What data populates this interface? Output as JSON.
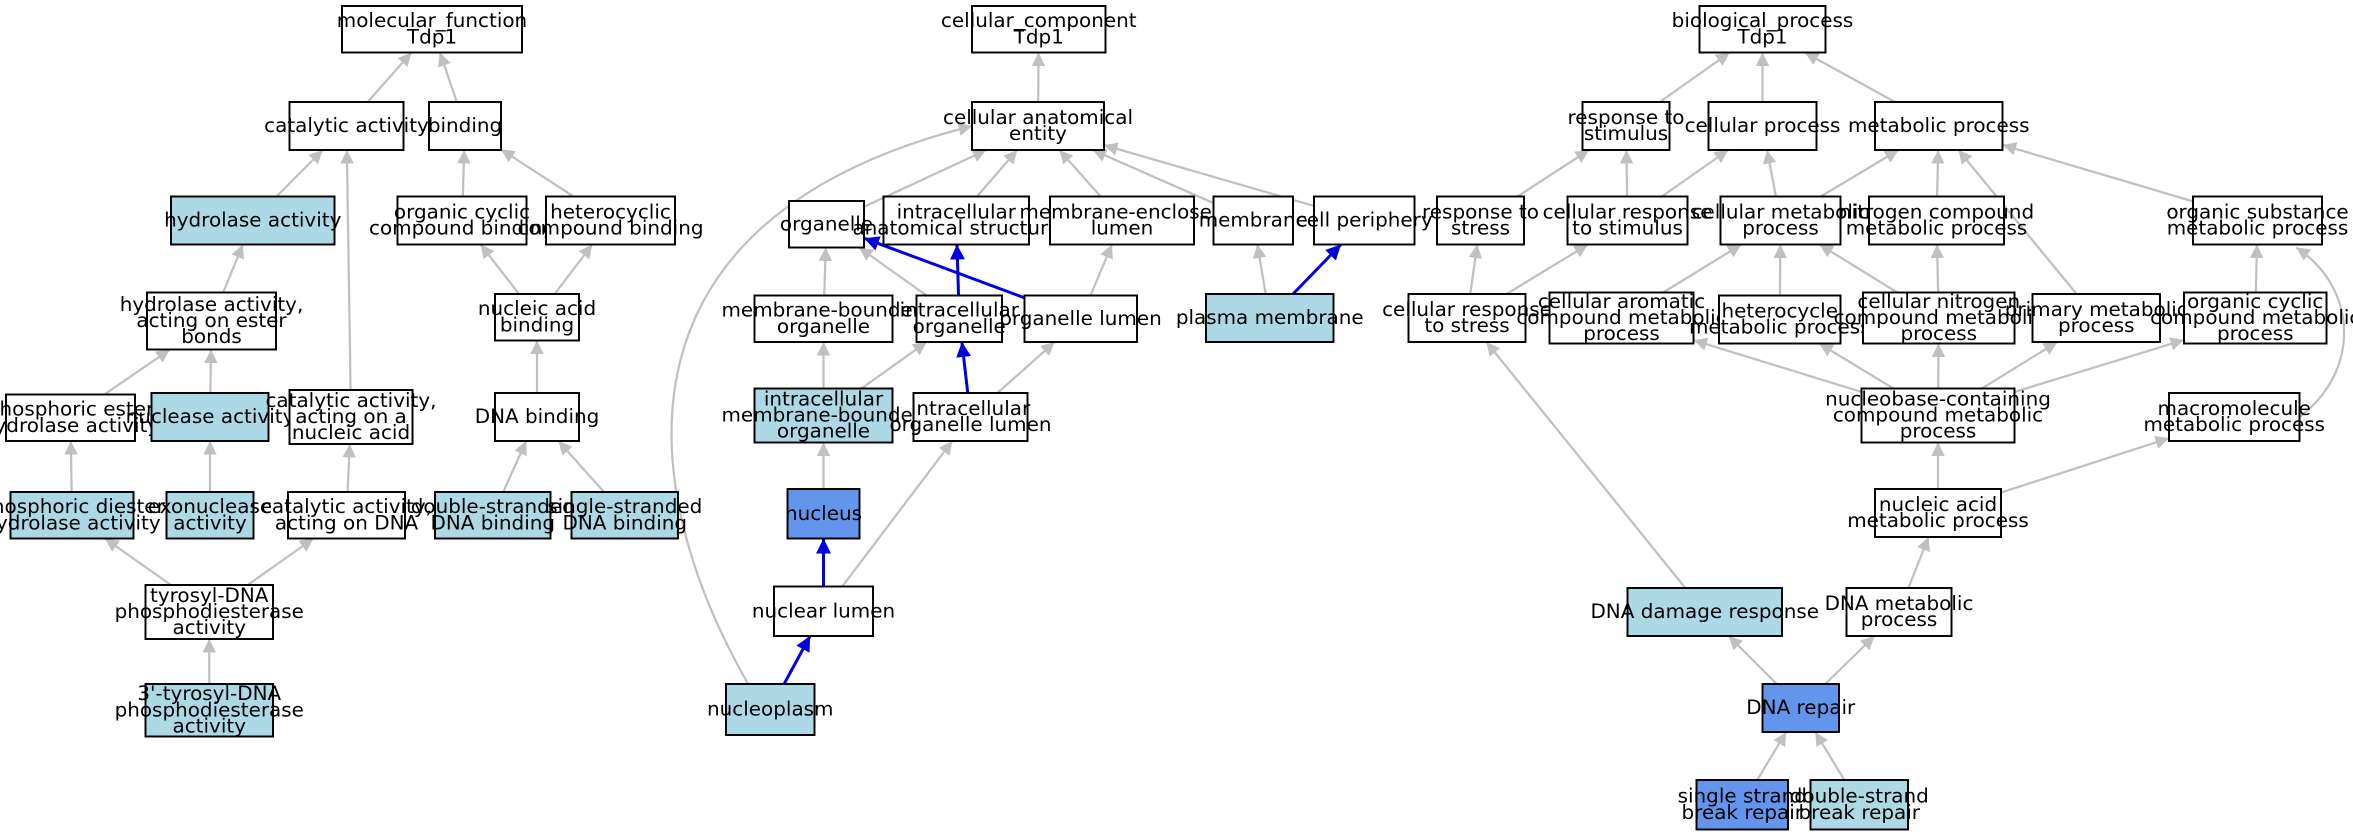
{
  "colors": {
    "plain": "#ffffff",
    "light": "#add8e6",
    "strong": "#6495ed",
    "edge_gray": "#c0c0c0",
    "edge_blue": "#0000e0"
  },
  "nodes": [
    {
      "id": "mf",
      "lines": [
        "molecular_function",
        "Tdp1"
      ],
      "fill": "plain"
    },
    {
      "id": "catalytic",
      "lines": [
        "catalytic activity"
      ],
      "fill": "plain"
    },
    {
      "id": "binding",
      "lines": [
        "binding"
      ],
      "fill": "plain"
    },
    {
      "id": "hydrolase",
      "lines": [
        "hydrolase activity"
      ],
      "fill": "light"
    },
    {
      "id": "orgcyc_bind",
      "lines": [
        "organic cyclic",
        "compound binding"
      ],
      "fill": "plain"
    },
    {
      "id": "hetero_bind",
      "lines": [
        "heterocyclic",
        "compound binding"
      ],
      "fill": "plain"
    },
    {
      "id": "hydro_ester",
      "lines": [
        "hydrolase activity,",
        "acting on ester",
        "bonds"
      ],
      "fill": "plain"
    },
    {
      "id": "nucacid_bind",
      "lines": [
        "nucleic acid",
        "binding"
      ],
      "fill": "plain"
    },
    {
      "id": "phos_ester",
      "lines": [
        "phosphoric ester",
        "hydrolase activity"
      ],
      "fill": "plain"
    },
    {
      "id": "nuclease",
      "lines": [
        "nuclease activity"
      ],
      "fill": "light"
    },
    {
      "id": "cat_nucacid",
      "lines": [
        "catalytic activity,",
        "acting on a",
        "nucleic acid"
      ],
      "fill": "plain"
    },
    {
      "id": "dna_bind",
      "lines": [
        "DNA binding"
      ],
      "fill": "plain"
    },
    {
      "id": "phos_diester",
      "lines": [
        "phosphoric diester",
        "hydrolase activity"
      ],
      "fill": "light"
    },
    {
      "id": "exonuclease",
      "lines": [
        "exonuclease",
        "activity"
      ],
      "fill": "light"
    },
    {
      "id": "cat_dna",
      "lines": [
        "catalytic activity,",
        "acting on DNA"
      ],
      "fill": "plain"
    },
    {
      "id": "ds_bind",
      "lines": [
        "double-stranded",
        "DNA binding"
      ],
      "fill": "light"
    },
    {
      "id": "ss_bind",
      "lines": [
        "single-stranded",
        "DNA binding"
      ],
      "fill": "light"
    },
    {
      "id": "tdp",
      "lines": [
        "tyrosyl-DNA",
        "phosphodiesterase",
        "activity"
      ],
      "fill": "plain"
    },
    {
      "id": "tdp3",
      "lines": [
        "3'-tyrosyl-DNA",
        "phosphodiesterase",
        "activity"
      ],
      "fill": "light"
    },
    {
      "id": "cc",
      "lines": [
        "cellular_component",
        "Tdp1"
      ],
      "fill": "plain"
    },
    {
      "id": "anat",
      "lines": [
        "cellular anatomical",
        "entity"
      ],
      "fill": "plain"
    },
    {
      "id": "organelle",
      "lines": [
        "organelle"
      ],
      "fill": "plain"
    },
    {
      "id": "intra_anat",
      "lines": [
        "intracellular",
        "anatomical structure"
      ],
      "fill": "plain"
    },
    {
      "id": "mem_lumen",
      "lines": [
        "membrane-enclosed",
        "lumen"
      ],
      "fill": "plain"
    },
    {
      "id": "membrane",
      "lines": [
        "membrane"
      ],
      "fill": "plain"
    },
    {
      "id": "periphery",
      "lines": [
        "cell periphery"
      ],
      "fill": "plain"
    },
    {
      "id": "mem_org",
      "lines": [
        "membrane-bounded",
        "organelle"
      ],
      "fill": "plain"
    },
    {
      "id": "intra_org",
      "lines": [
        "intracellular",
        "organelle"
      ],
      "fill": "plain"
    },
    {
      "id": "org_lumen",
      "lines": [
        "organelle lumen"
      ],
      "fill": "plain"
    },
    {
      "id": "plasma",
      "lines": [
        "plasma membrane"
      ],
      "fill": "light"
    },
    {
      "id": "intra_mem_org",
      "lines": [
        "intracellular",
        "membrane-bounded",
        "organelle"
      ],
      "fill": "light"
    },
    {
      "id": "intra_org_lumen",
      "lines": [
        "intracellular",
        "organelle lumen"
      ],
      "fill": "plain"
    },
    {
      "id": "nucleus",
      "lines": [
        "nucleus"
      ],
      "fill": "strong"
    },
    {
      "id": "nuc_lumen",
      "lines": [
        "nuclear lumen"
      ],
      "fill": "plain"
    },
    {
      "id": "nucleoplasm",
      "lines": [
        "nucleoplasm"
      ],
      "fill": "light"
    },
    {
      "id": "bp",
      "lines": [
        "biological_process",
        "Tdp1"
      ],
      "fill": "plain"
    },
    {
      "id": "resp_stim",
      "lines": [
        "response to",
        "stimulus"
      ],
      "fill": "plain"
    },
    {
      "id": "cell_proc",
      "lines": [
        "cellular process"
      ],
      "fill": "plain"
    },
    {
      "id": "metab",
      "lines": [
        "metabolic process"
      ],
      "fill": "plain"
    },
    {
      "id": "resp_stress",
      "lines": [
        "response to",
        "stress"
      ],
      "fill": "plain"
    },
    {
      "id": "cell_resp_stim",
      "lines": [
        "cellular response",
        "to stimulus"
      ],
      "fill": "plain"
    },
    {
      "id": "cell_metab",
      "lines": [
        "cellular metabolic",
        "process"
      ],
      "fill": "plain"
    },
    {
      "id": "nitro_metab",
      "lines": [
        "nitrogen compound",
        "metabolic process"
      ],
      "fill": "plain"
    },
    {
      "id": "org_sub",
      "lines": [
        "organic substance",
        "metabolic process"
      ],
      "fill": "plain"
    },
    {
      "id": "cell_resp_stress",
      "lines": [
        "cellular response",
        "to stress"
      ],
      "fill": "plain"
    },
    {
      "id": "cell_arom",
      "lines": [
        "cellular aromatic",
        "compound metabolic",
        "process"
      ],
      "fill": "plain"
    },
    {
      "id": "hetero_metab",
      "lines": [
        "heterocycle",
        "metabolic process"
      ],
      "fill": "plain"
    },
    {
      "id": "cell_nitro",
      "lines": [
        "cellular nitrogen",
        "compound metabolic",
        "process"
      ],
      "fill": "plain"
    },
    {
      "id": "prim_metab",
      "lines": [
        "primary metabolic",
        "process"
      ],
      "fill": "plain"
    },
    {
      "id": "orgcyc_metab",
      "lines": [
        "organic cyclic",
        "compound metabolic",
        "process"
      ],
      "fill": "plain"
    },
    {
      "id": "nucbase",
      "lines": [
        "nucleobase-containing",
        "compound metabolic",
        "process"
      ],
      "fill": "plain"
    },
    {
      "id": "macro",
      "lines": [
        "macromolecule",
        "metabolic process"
      ],
      "fill": "plain"
    },
    {
      "id": "nucacid_metab",
      "lines": [
        "nucleic acid",
        "metabolic process"
      ],
      "fill": "plain"
    },
    {
      "id": "dna_damage",
      "lines": [
        "DNA damage response"
      ],
      "fill": "light"
    },
    {
      "id": "dna_metab",
      "lines": [
        "DNA metabolic",
        "process"
      ],
      "fill": "plain"
    },
    {
      "id": "dna_repair",
      "lines": [
        "DNA repair"
      ],
      "fill": "strong"
    },
    {
      "id": "ssb",
      "lines": [
        "single strand",
        "break repair"
      ],
      "fill": "strong"
    },
    {
      "id": "dsb",
      "lines": [
        "double-strand",
        "break repair"
      ],
      "fill": "light"
    }
  ],
  "edges": [
    {
      "from": "catalytic",
      "to": "mf",
      "color": "gray"
    },
    {
      "from": "binding",
      "to": "mf",
      "color": "gray"
    },
    {
      "from": "hydrolase",
      "to": "catalytic",
      "color": "gray"
    },
    {
      "from": "orgcyc_bind",
      "to": "binding",
      "color": "gray"
    },
    {
      "from": "hetero_bind",
      "to": "binding",
      "color": "gray"
    },
    {
      "from": "hydro_ester",
      "to": "hydrolase",
      "color": "gray"
    },
    {
      "from": "nucacid_bind",
      "to": "orgcyc_bind",
      "color": "gray"
    },
    {
      "from": "nucacid_bind",
      "to": "hetero_bind",
      "color": "gray"
    },
    {
      "from": "phos_ester",
      "to": "hydro_ester",
      "color": "gray"
    },
    {
      "from": "nuclease",
      "to": "hydro_ester",
      "color": "gray"
    },
    {
      "from": "cat_nucacid",
      "to": "catalytic",
      "color": "gray"
    },
    {
      "from": "dna_bind",
      "to": "nucacid_bind",
      "color": "gray"
    },
    {
      "from": "phos_diester",
      "to": "phos_ester",
      "color": "gray"
    },
    {
      "from": "exonuclease",
      "to": "nuclease",
      "color": "gray"
    },
    {
      "from": "cat_dna",
      "to": "cat_nucacid",
      "color": "gray"
    },
    {
      "from": "ds_bind",
      "to": "dna_bind",
      "color": "gray"
    },
    {
      "from": "ss_bind",
      "to": "dna_bind",
      "color": "gray"
    },
    {
      "from": "tdp",
      "to": "phos_diester",
      "color": "gray"
    },
    {
      "from": "tdp",
      "to": "cat_dna",
      "color": "gray"
    },
    {
      "from": "tdp3",
      "to": "tdp",
      "color": "gray"
    },
    {
      "from": "anat",
      "to": "cc",
      "color": "gray"
    },
    {
      "from": "organelle",
      "to": "anat",
      "color": "gray"
    },
    {
      "from": "intra_anat",
      "to": "anat",
      "color": "gray"
    },
    {
      "from": "mem_lumen",
      "to": "anat",
      "color": "gray"
    },
    {
      "from": "membrane",
      "to": "anat",
      "color": "gray"
    },
    {
      "from": "periphery",
      "to": "anat",
      "color": "gray"
    },
    {
      "from": "mem_org",
      "to": "organelle",
      "color": "gray"
    },
    {
      "from": "intra_org",
      "to": "organelle",
      "color": "gray"
    },
    {
      "from": "intra_org",
      "to": "intra_anat",
      "color": "blue"
    },
    {
      "from": "org_lumen",
      "to": "organelle",
      "color": "blue"
    },
    {
      "from": "org_lumen",
      "to": "mem_lumen",
      "color": "gray"
    },
    {
      "from": "plasma",
      "to": "membrane",
      "color": "gray"
    },
    {
      "from": "plasma",
      "to": "periphery",
      "color": "blue"
    },
    {
      "from": "intra_mem_org",
      "to": "mem_org",
      "color": "gray"
    },
    {
      "from": "intra_mem_org",
      "to": "intra_org",
      "color": "gray"
    },
    {
      "from": "intra_org_lumen",
      "to": "intra_org",
      "color": "blue"
    },
    {
      "from": "intra_org_lumen",
      "to": "org_lumen",
      "color": "gray"
    },
    {
      "from": "nucleus",
      "to": "intra_mem_org",
      "color": "gray"
    },
    {
      "from": "nuc_lumen",
      "to": "nucleus",
      "color": "blue"
    },
    {
      "from": "nuc_lumen",
      "to": "intra_org_lumen",
      "color": "gray"
    },
    {
      "from": "nucleoplasm",
      "to": "nuc_lumen",
      "color": "blue"
    },
    {
      "from": "nucleoplasm",
      "to": "anat",
      "color": "gray",
      "curve": "left"
    },
    {
      "from": "resp_stim",
      "to": "bp",
      "color": "gray"
    },
    {
      "from": "cell_proc",
      "to": "bp",
      "color": "gray"
    },
    {
      "from": "metab",
      "to": "bp",
      "color": "gray"
    },
    {
      "from": "resp_stress",
      "to": "resp_stim",
      "color": "gray"
    },
    {
      "from": "cell_resp_stim",
      "to": "resp_stim",
      "color": "gray"
    },
    {
      "from": "cell_resp_stim",
      "to": "cell_proc",
      "color": "gray"
    },
    {
      "from": "cell_metab",
      "to": "cell_proc",
      "color": "gray"
    },
    {
      "from": "cell_metab",
      "to": "metab",
      "color": "gray"
    },
    {
      "from": "nitro_metab",
      "to": "metab",
      "color": "gray"
    },
    {
      "from": "org_sub",
      "to": "metab",
      "color": "gray"
    },
    {
      "from": "cell_resp_stress",
      "to": "resp_stress",
      "color": "gray"
    },
    {
      "from": "cell_resp_stress",
      "to": "cell_resp_stim",
      "color": "gray"
    },
    {
      "from": "cell_arom",
      "to": "cell_metab",
      "color": "gray"
    },
    {
      "from": "hetero_metab",
      "to": "cell_metab",
      "color": "gray"
    },
    {
      "from": "cell_nitro",
      "to": "cell_metab",
      "color": "gray"
    },
    {
      "from": "cell_nitro",
      "to": "nitro_metab",
      "color": "gray"
    },
    {
      "from": "prim_metab",
      "to": "metab",
      "color": "gray"
    },
    {
      "from": "orgcyc_metab",
      "to": "org_sub",
      "color": "gray"
    },
    {
      "from": "nucbase",
      "to": "cell_arom",
      "color": "gray"
    },
    {
      "from": "nucbase",
      "to": "hetero_metab",
      "color": "gray"
    },
    {
      "from": "nucbase",
      "to": "cell_nitro",
      "color": "gray"
    },
    {
      "from": "nucbase",
      "to": "prim_metab",
      "color": "gray"
    },
    {
      "from": "nucbase",
      "to": "orgcyc_metab",
      "color": "gray"
    },
    {
      "from": "macro",
      "to": "org_sub",
      "color": "gray",
      "curve": "right"
    },
    {
      "from": "nucacid_metab",
      "to": "nucbase",
      "color": "gray"
    },
    {
      "from": "nucacid_metab",
      "to": "macro",
      "color": "gray"
    },
    {
      "from": "dna_metab",
      "to": "nucacid_metab",
      "color": "gray"
    },
    {
      "from": "dna_damage",
      "to": "cell_resp_stress",
      "color": "gray"
    },
    {
      "from": "dna_repair",
      "to": "dna_damage",
      "color": "gray"
    },
    {
      "from": "dna_repair",
      "to": "dna_metab",
      "color": "gray"
    },
    {
      "from": "ssb",
      "to": "dna_repair",
      "color": "gray"
    },
    {
      "from": "dsb",
      "to": "dna_repair",
      "color": "gray"
    }
  ]
}
